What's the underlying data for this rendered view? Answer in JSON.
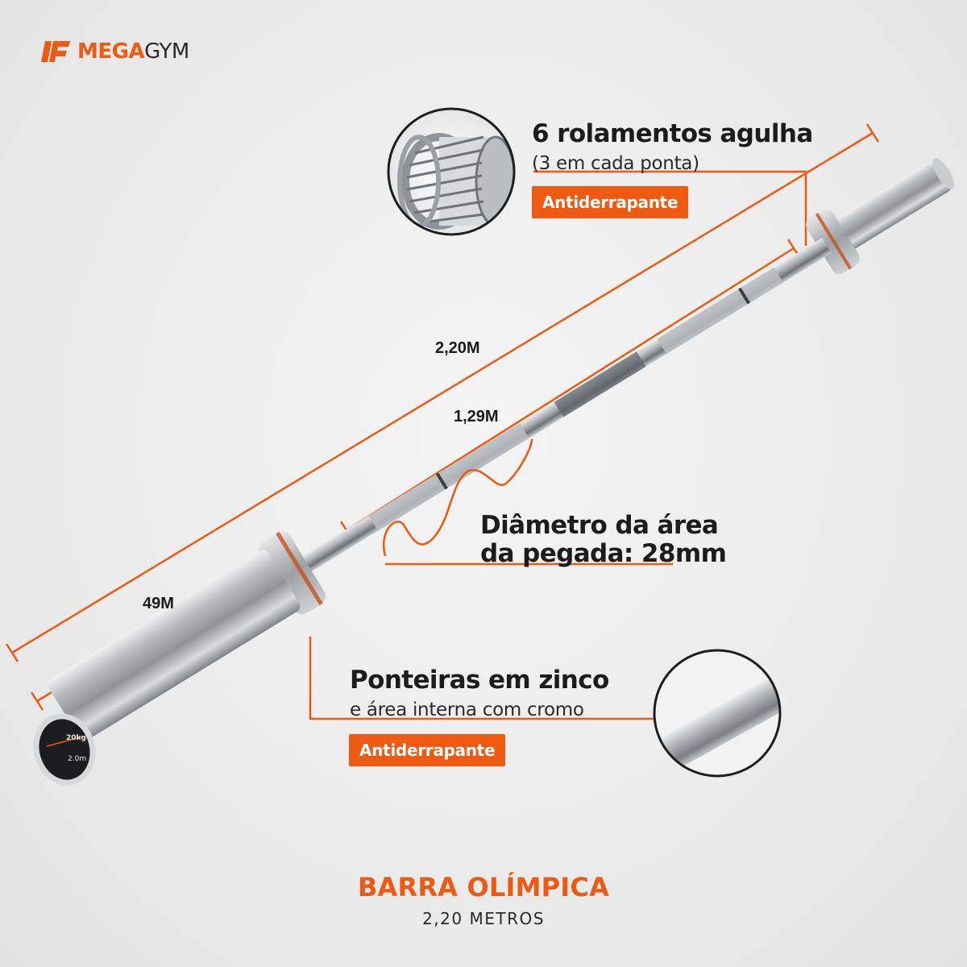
{
  "brand": {
    "name_bold": "MEGA",
    "name_light": "GYM",
    "logo_icon": "megagym-logo-icon"
  },
  "dimensions": {
    "total_length": "2,20M",
    "grip_length": "1,29M",
    "sleeve_length": "49M"
  },
  "callouts": {
    "bearings": {
      "title": "6 rolamentos agulha",
      "subtitle": "(3 em cada ponta)",
      "badge": "Antiderrapante",
      "icon": "needle-bearing-icon"
    },
    "grip": {
      "line1": "Diâmetro da área",
      "line2": "da pegada: 28mm"
    },
    "sleeves": {
      "title": "Ponteiras em zinco",
      "subtitle": "e área interna com cromo",
      "badge": "Antiderrapante",
      "icon": "bar-closeup-icon"
    }
  },
  "end_cap": {
    "weight": "20kg",
    "length": "2.0m"
  },
  "product": {
    "title": "BARRA OLÍMPICA",
    "subtitle": "2,20 METROS"
  },
  "colors": {
    "accent": "#ef5a12",
    "text": "#1a1a1a",
    "background": "#ececec"
  }
}
